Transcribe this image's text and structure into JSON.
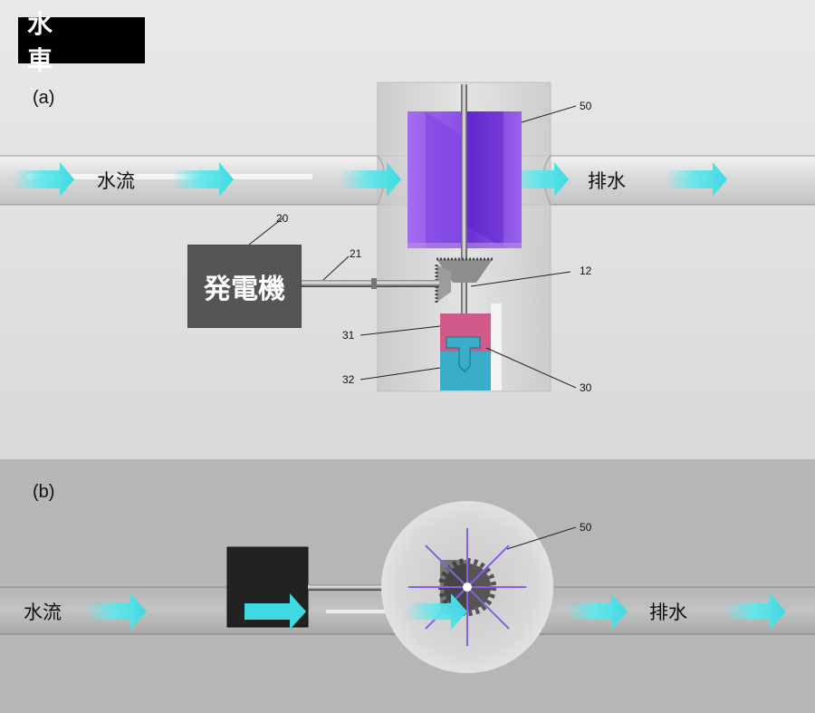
{
  "title": "水　車",
  "panels": {
    "a": "(a)",
    "b": "(b)"
  },
  "flow_labels": {
    "inflow_a": "水流",
    "outflow_a": "排水",
    "inflow_b": "水流",
    "outflow_b": "排水"
  },
  "generator": {
    "label": "発電機"
  },
  "callouts": {
    "waterwheel_a": "50",
    "generator": "20",
    "shaft": "21",
    "rotor_shaft": "12",
    "upper_block": "31",
    "lower_block": "32",
    "coupling": "30",
    "waterwheel_b": "50"
  },
  "colors": {
    "title_bg": "#000000",
    "generator_box": "#555555",
    "waterwheel": "#8a4fe0",
    "flow_arrow": "#5fe8ec",
    "upper_block": "#d25a8a",
    "lower_block": "#3aaec8"
  }
}
